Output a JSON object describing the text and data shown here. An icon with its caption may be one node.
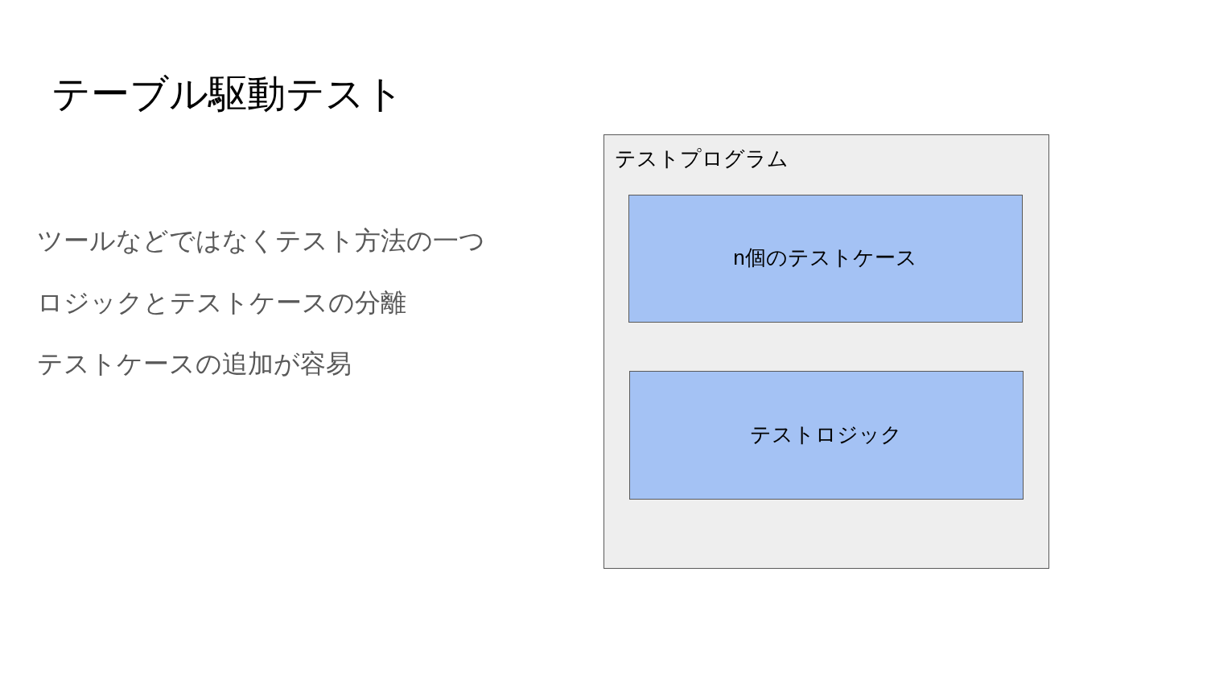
{
  "diagram": {
    "title": "テーブル駆動テスト",
    "nodes": [
      {
        "text": [
          "テストプログラム"
        ]
      },
      {
        "text": [
          "n個のテストケース"
        ],
        "in": 0
      },
      {
        "text": [
          "テストロジック"
        ],
        "in": 0
      }
    ],
    "edges": [],
    "labels": [
      "ツールなどではなくテスト方法の一つ",
      "ロジックとテストケースの分離",
      "テストケースの追加が容易"
    ]
  }
}
